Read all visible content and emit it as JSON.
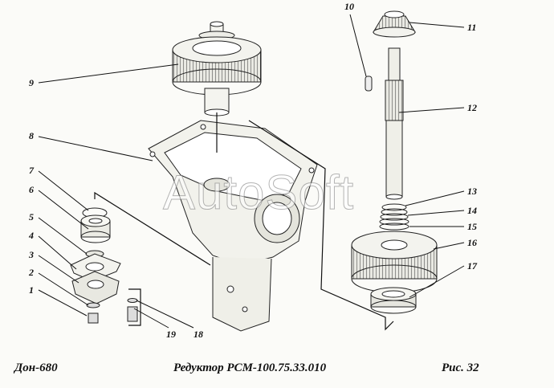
{
  "callouts": [
    {
      "n": "1"
    },
    {
      "n": "2"
    },
    {
      "n": "3"
    },
    {
      "n": "4"
    },
    {
      "n": "5"
    },
    {
      "n": "6"
    },
    {
      "n": "7"
    },
    {
      "n": "8"
    },
    {
      "n": "9"
    },
    {
      "n": "10"
    },
    {
      "n": "11"
    },
    {
      "n": "12"
    },
    {
      "n": "13"
    },
    {
      "n": "14"
    },
    {
      "n": "15"
    },
    {
      "n": "16"
    },
    {
      "n": "17"
    },
    {
      "n": "18"
    },
    {
      "n": "19"
    }
  ],
  "caption": {
    "left": "Дон-680",
    "center": "Редуктор РСМ-100.75.33.010",
    "right": "Рис.   32"
  },
  "watermark": "AutoSoft"
}
